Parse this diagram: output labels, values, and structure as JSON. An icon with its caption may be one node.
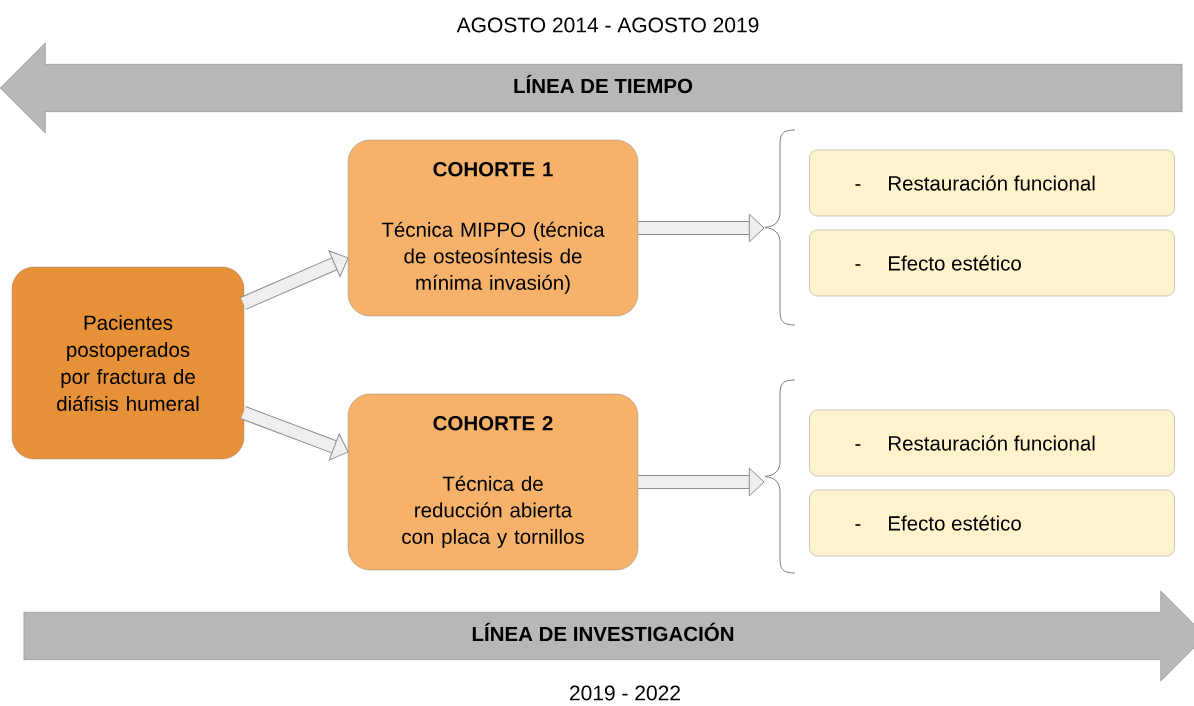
{
  "diagram": {
    "nodes": [
      {
        "text": [
          "LÍNEA DE TIEMPO"
        ],
        "beside": [
          "AGOSTO 2014 - AGOSTO 2019"
        ]
      },
      {
        "text": [
          "Pacientes postoperados por fractura de diáfisis humeral"
        ]
      },
      {
        "text": [
          "COHORTE 1",
          "Técnica MIPPO (técnica de osteosíntesis de mínima invasión)"
        ]
      },
      {
        "text": [],
        "shape": "brace"
      },
      {
        "text": [
          "-",
          "Restauración funcional"
        ]
      },
      {
        "text": [
          "-",
          "Efecto estético"
        ]
      },
      {
        "text": [
          "COHORTE 2",
          "Técnica de reducción abierta con placa y tornillos"
        ]
      },
      {
        "text": [],
        "shape": "brace"
      },
      {
        "text": [
          "-",
          "Restauración funcional"
        ]
      },
      {
        "text": [
          "-",
          "Efecto estético"
        ]
      },
      {
        "text": [
          "LÍNEA DE INVESTIGACIÓN"
        ],
        "beside": [
          "2019 - 2022"
        ]
      }
    ],
    "edges": [
      {
        "from": 1,
        "to": 2,
        "arrow": "to"
      },
      {
        "from": 1,
        "to": 6,
        "arrow": "to"
      },
      {
        "from": 2,
        "to": 3,
        "arrow": "to"
      },
      {
        "from": 6,
        "to": 7,
        "arrow": "to"
      }
    ]
  }
}
